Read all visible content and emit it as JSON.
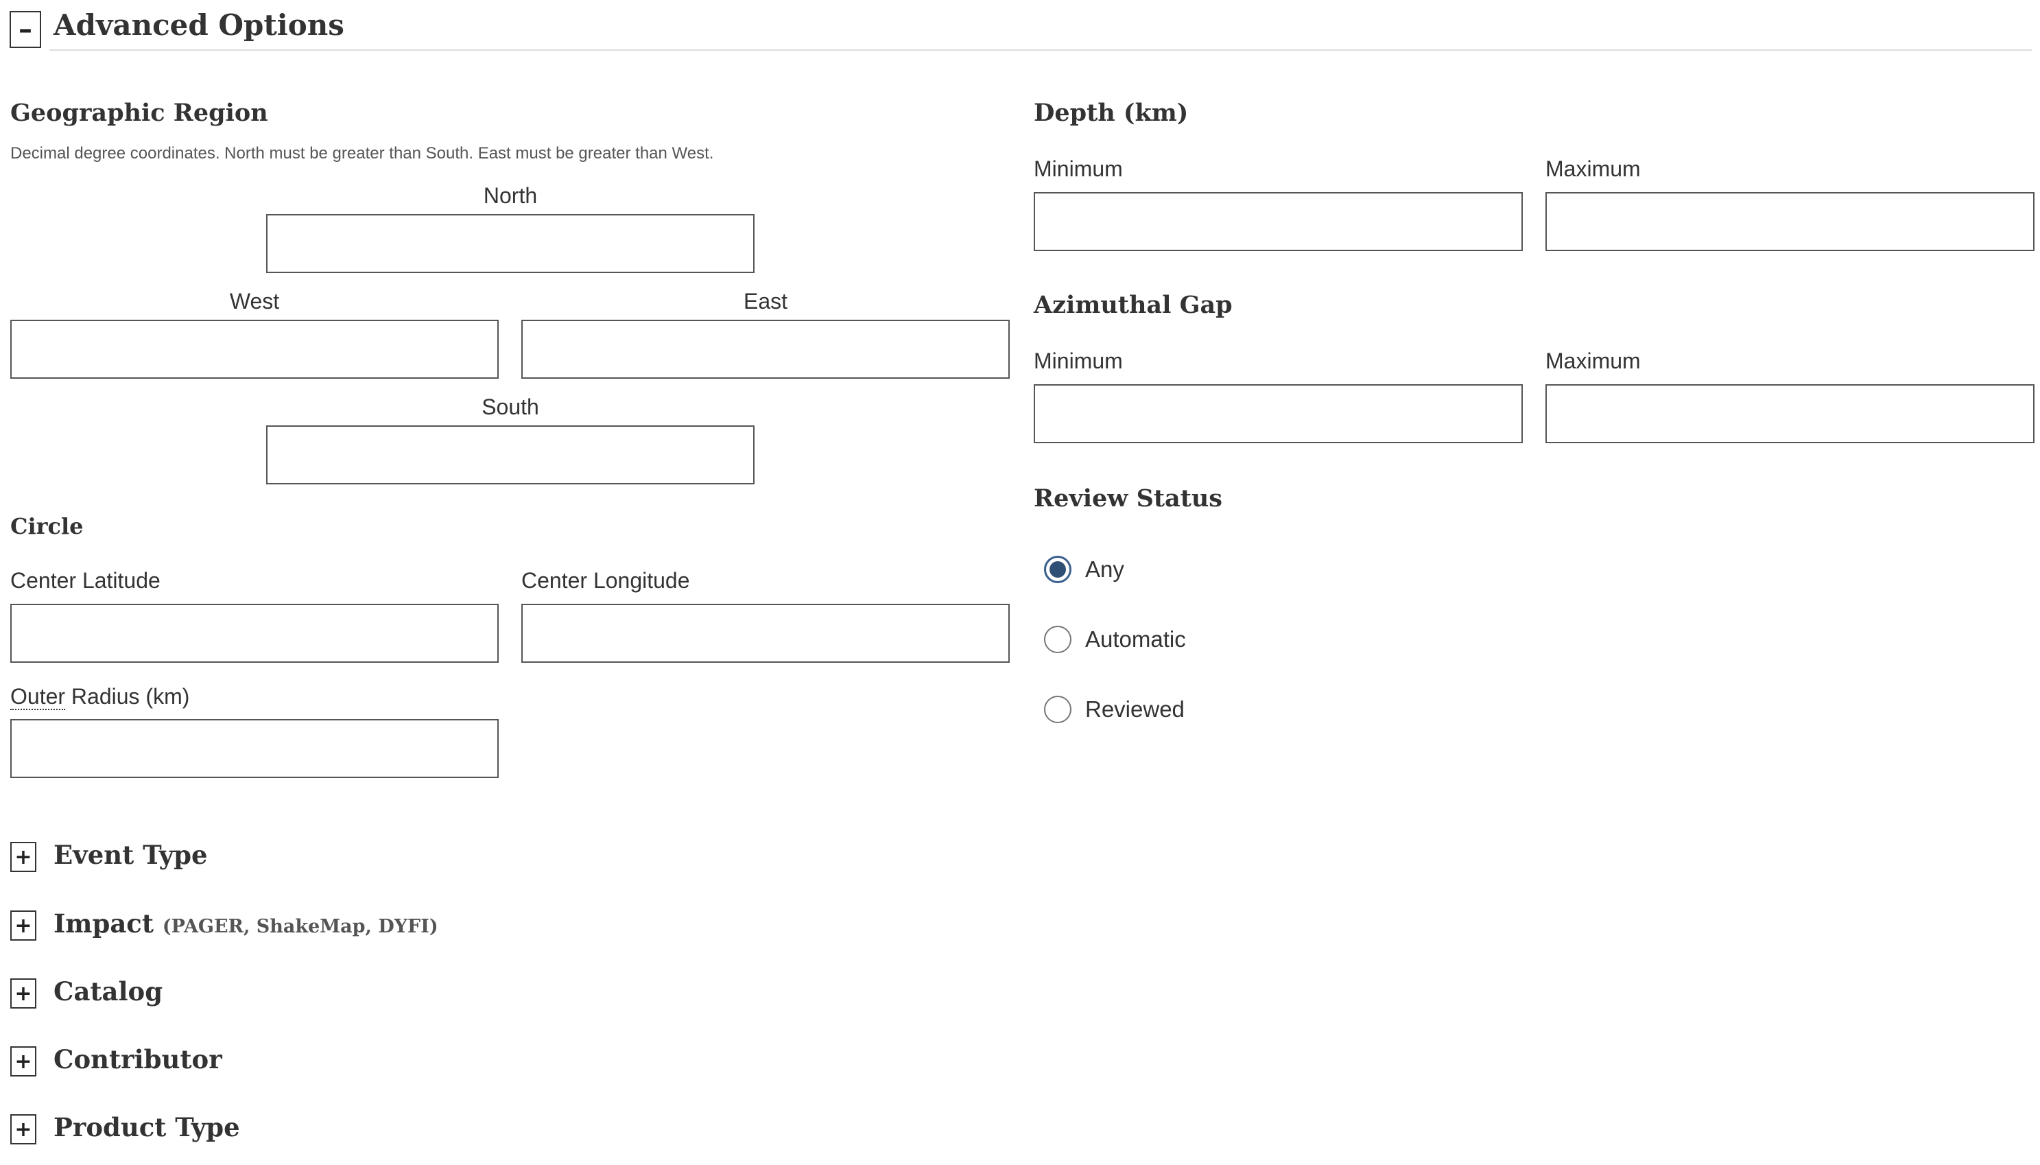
{
  "advanced": {
    "toggle": "–",
    "title": "Advanced Options"
  },
  "geo": {
    "title": "Geographic Region",
    "hint": "Decimal degree coordinates. North must be greater than South. East must be greater than West.",
    "north": "North",
    "west": "West",
    "east": "East",
    "south": "South"
  },
  "circle": {
    "title": "Circle",
    "center_lat": "Center Latitude",
    "center_lon": "Center Longitude",
    "outer_radius_abbr": "Outer",
    "outer_radius_rest": " Radius (km)"
  },
  "depth": {
    "title": "Depth (km)",
    "min": "Minimum",
    "max": "Maximum"
  },
  "azimuthal": {
    "title": "Azimuthal Gap",
    "min": "Minimum",
    "max": "Maximum"
  },
  "review": {
    "title": "Review Status",
    "options": [
      "Any",
      "Automatic",
      "Reviewed"
    ],
    "selected": "Any"
  },
  "collapsed": {
    "plus": "+",
    "event_type": "Event Type",
    "impact": "Impact",
    "impact_sub": "(PAGER, ShakeMap, DYFI)",
    "catalog": "Catalog",
    "contributor": "Contributor",
    "product_type": "Product Type"
  }
}
